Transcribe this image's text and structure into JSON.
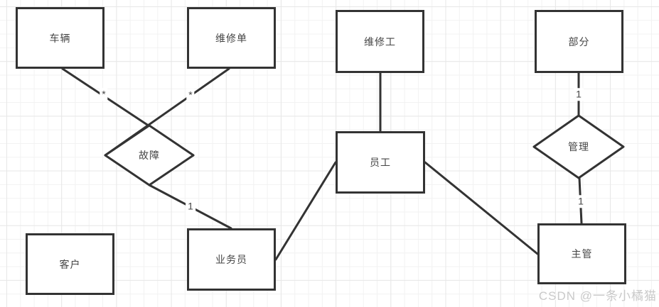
{
  "diagram": {
    "type": "entity-relationship-diagram",
    "entities": {
      "vehicle": "车辆",
      "repair_order": "维修单",
      "mechanic": "维修工",
      "part": "部分",
      "customer": "客户",
      "salesperson": "业务员",
      "employee": "员工",
      "supervisor": "主管"
    },
    "relationships": {
      "fault": "故障",
      "manage": "管理"
    },
    "multiplicities": {
      "vehicle_fault": "*",
      "repair_order_fault": "*",
      "fault_salesperson": "1",
      "part_manage": "1",
      "manage_supervisor": "1"
    },
    "watermark": "CSDN @一条小橘猫",
    "colors": {
      "stroke": "#333333",
      "text": "#454545",
      "background": "#ffffff",
      "grid_minor": "#f2f2f2",
      "grid_major": "#e7e7e7",
      "watermark": "#c9c9c9"
    }
  }
}
